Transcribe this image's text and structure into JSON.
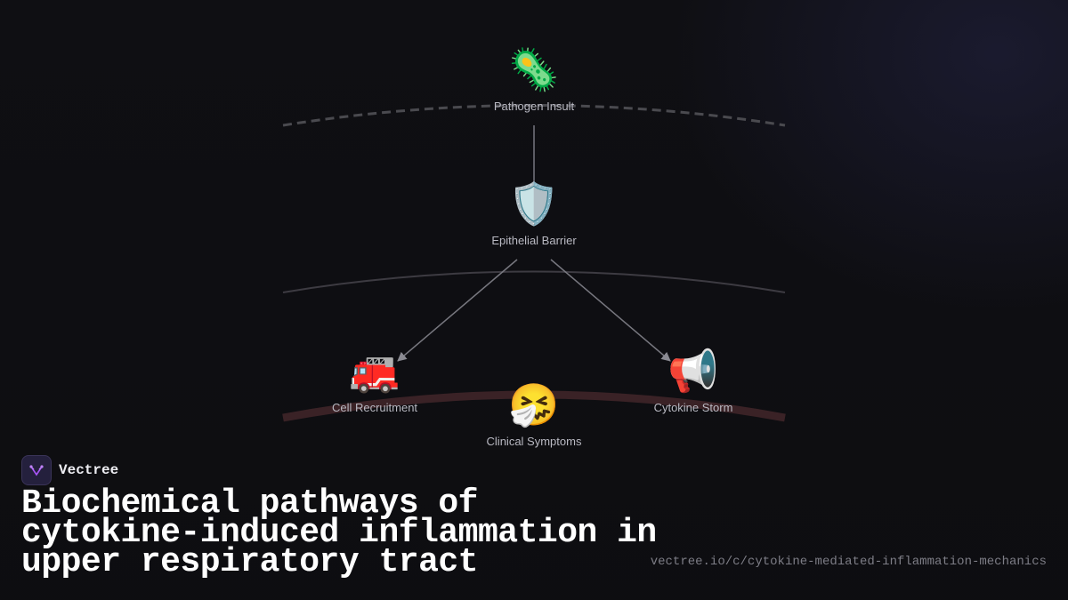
{
  "brand": {
    "name": "Vectree",
    "logo_icon": "vectree-logo-icon",
    "accent": "#a855f7"
  },
  "title": "Biochemical pathways of cytokine-induced inflammation in upper respiratory tract",
  "url": "vectree.io/c/cytokine-mediated-inflammation-mechanics",
  "diagram": {
    "nodes": [
      {
        "id": "pathogen",
        "label": "Pathogen Insult",
        "icon": "microbe-icon",
        "emoji": "🦠"
      },
      {
        "id": "barrier",
        "label": "Epithelial Barrier",
        "icon": "shield-icon",
        "emoji": "🛡️"
      },
      {
        "id": "recruitment",
        "label": "Cell Recruitment",
        "icon": "fire-engine-icon",
        "emoji": "🚒"
      },
      {
        "id": "storm",
        "label": "Cytokine Storm",
        "icon": "loudspeaker-icon",
        "emoji": "📢"
      },
      {
        "id": "symptoms",
        "label": "Clinical Symptoms",
        "icon": "sneezing-face-icon",
        "emoji": "🤧"
      }
    ],
    "edges": [
      {
        "from": "pathogen",
        "to": "barrier",
        "arrow": false
      },
      {
        "from": "barrier",
        "to": "recruitment",
        "arrow": true
      },
      {
        "from": "barrier",
        "to": "storm",
        "arrow": true
      }
    ],
    "colors": {
      "edge": "#77777f",
      "arc_top": "#4a4a4f",
      "arc_mid": "#3d3b42",
      "arc_bottom": "#3a2226"
    }
  }
}
